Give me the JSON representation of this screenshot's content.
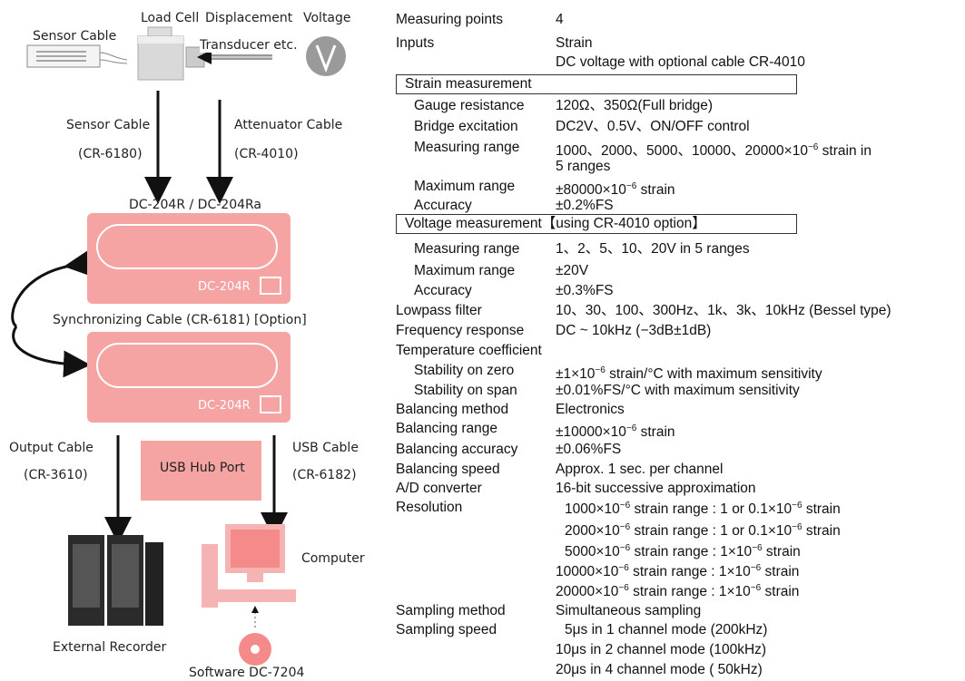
{
  "diagram": {
    "sensor_cable_top": "Sensor Cable",
    "load_cell": "Load Cell",
    "displacement_transducer_line1": "Displacement",
    "displacement_transducer_line2": "Transducer etc.",
    "voltage": "Voltage",
    "sensor_cable": "Sensor Cable",
    "sensor_cable_code": "(CR-6180)",
    "attenuator_cable": "Attenuator Cable",
    "attenuator_cable_code": "(CR-4010)",
    "unit_model": "DC-204R / DC-204Ra",
    "unit_tag": "DC-204R",
    "sync_cable": "Synchronizing Cable (CR-6181) [Option]",
    "output_cable": "Output Cable",
    "output_cable_code": "(CR-3610)",
    "usb_hub": "USB Hub Port",
    "usb_cable": "USB Cable",
    "usb_cable_code": "(CR-6182)",
    "computer": "Computer",
    "external_recorder": "External Recorder",
    "software": "Software DC-7204"
  },
  "specs": {
    "measuring_points": {
      "k": "Measuring points",
      "v": "4"
    },
    "inputs": {
      "k": "Inputs",
      "v1": "Strain",
      "v2": "DC voltage with optional cable CR-4010"
    },
    "strain_header": "Strain measurement",
    "gauge_resistance": {
      "k": "Gauge resistance",
      "v": "120Ω、350Ω(Full bridge)"
    },
    "bridge_excitation": {
      "k": "Bridge excitation",
      "v": "DC2V、0.5V、ON/OFF control"
    },
    "strain_range": {
      "k": "Measuring range",
      "v1": "1000、2000、5000、10000、20000×10",
      "v1b": " strain in",
      "v2": "5 ranges"
    },
    "strain_max": {
      "k": "Maximum range",
      "v": "±80000×10",
      "vb": " strain"
    },
    "strain_acc": {
      "k": "Accuracy",
      "v": "±0.2%FS"
    },
    "voltage_header": "Voltage measurement【using CR-4010 option】",
    "volt_range": {
      "k": "Measuring range",
      "v": "1、2、5、10、20V in 5 ranges"
    },
    "volt_max": {
      "k": "Maximum range",
      "v": "±20V"
    },
    "volt_acc": {
      "k": "Accuracy",
      "v": "±0.3%FS"
    },
    "lowpass": {
      "k": "Lowpass filter",
      "v": "10、30、100、300Hz、1k、3k、10kHz (Bessel type)"
    },
    "freq": {
      "k": "Frequency response",
      "v": "DC ~ 10kHz (−3dB±1dB)"
    },
    "temp_coeff": {
      "k": "Temperature coefficient"
    },
    "stab_zero": {
      "k": "Stability on zero",
      "v": "±1×10",
      "vb": " strain/°C with maximum sensitivity"
    },
    "stab_span": {
      "k": "Stability on span",
      "v": "±0.01%FS/°C with maximum sensitivity"
    },
    "bal_method": {
      "k": "Balancing method",
      "v": "Electronics"
    },
    "bal_range": {
      "k": "Balancing range",
      "v": "±10000×10",
      "vb": " strain"
    },
    "bal_acc": {
      "k": "Balancing accuracy",
      "v": "±0.06%FS"
    },
    "bal_speed": {
      "k": "Balancing speed",
      "v": "Approx. 1 sec. per channel"
    },
    "adc": {
      "k": "A/D converter",
      "v": "16-bit successive approximation"
    },
    "resolution": {
      "k": "Resolution",
      "rows": [
        {
          "a": "1000×10",
          "b": " strain range : 1 or 0.1×10",
          "c": " strain"
        },
        {
          "a": "2000×10",
          "b": " strain range : 1 or 0.1×10",
          "c": " strain"
        },
        {
          "a": "5000×10",
          "b": " strain range : 1×10",
          "c": " strain"
        },
        {
          "a": "10000×10",
          "b": " strain range : 1×10",
          "c": " strain"
        },
        {
          "a": "20000×10",
          "b": " strain range : 1×10",
          "c": " strain"
        }
      ]
    },
    "exp": "−6",
    "samp_method": {
      "k": "Sampling method",
      "v": "Simultaneous sampling"
    },
    "samp_speed": {
      "k": "Sampling speed",
      "rows": [
        "5μs in 1 channel mode (200kHz)",
        "10μs in 2 channel mode (100kHz)",
        "20μs in 4 channel mode ( 50kHz)"
      ]
    }
  }
}
